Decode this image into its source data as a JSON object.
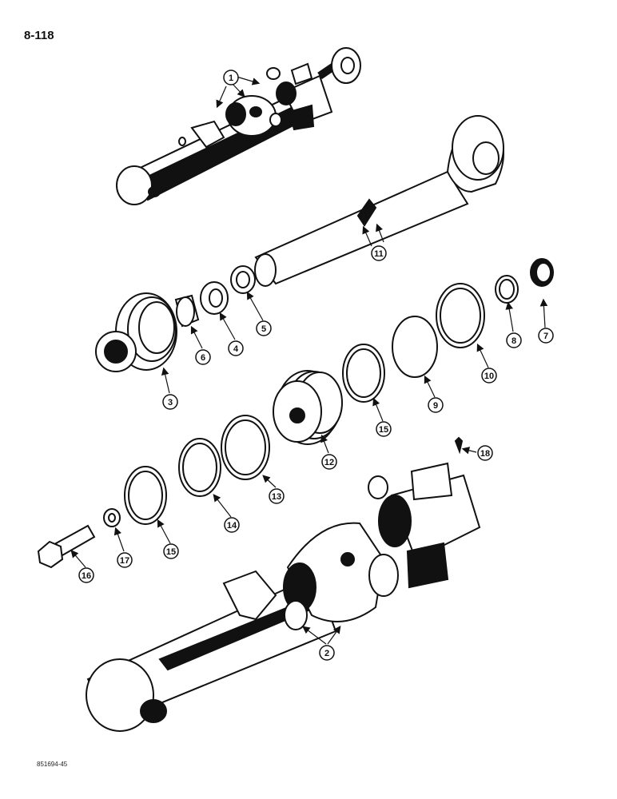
{
  "page_number": "8-118",
  "figure_id": "851694-45",
  "callouts": [
    {
      "key": "c1",
      "label": "1"
    },
    {
      "key": "c2",
      "label": "2"
    },
    {
      "key": "c3",
      "label": "3"
    },
    {
      "key": "c4",
      "label": "4"
    },
    {
      "key": "c5",
      "label": "5"
    },
    {
      "key": "c6",
      "label": "6"
    },
    {
      "key": "c7",
      "label": "7"
    },
    {
      "key": "c8",
      "label": "8"
    },
    {
      "key": "c9",
      "label": "9"
    },
    {
      "key": "c10",
      "label": "10"
    },
    {
      "key": "c11",
      "label": "11"
    },
    {
      "key": "c12",
      "label": "12"
    },
    {
      "key": "c13",
      "label": "13"
    },
    {
      "key": "c14",
      "label": "14"
    },
    {
      "key": "c15a",
      "label": "15"
    },
    {
      "key": "c15b",
      "label": "15"
    },
    {
      "key": "c16",
      "label": "16"
    },
    {
      "key": "c17",
      "label": "17"
    },
    {
      "key": "c18",
      "label": "18"
    }
  ]
}
